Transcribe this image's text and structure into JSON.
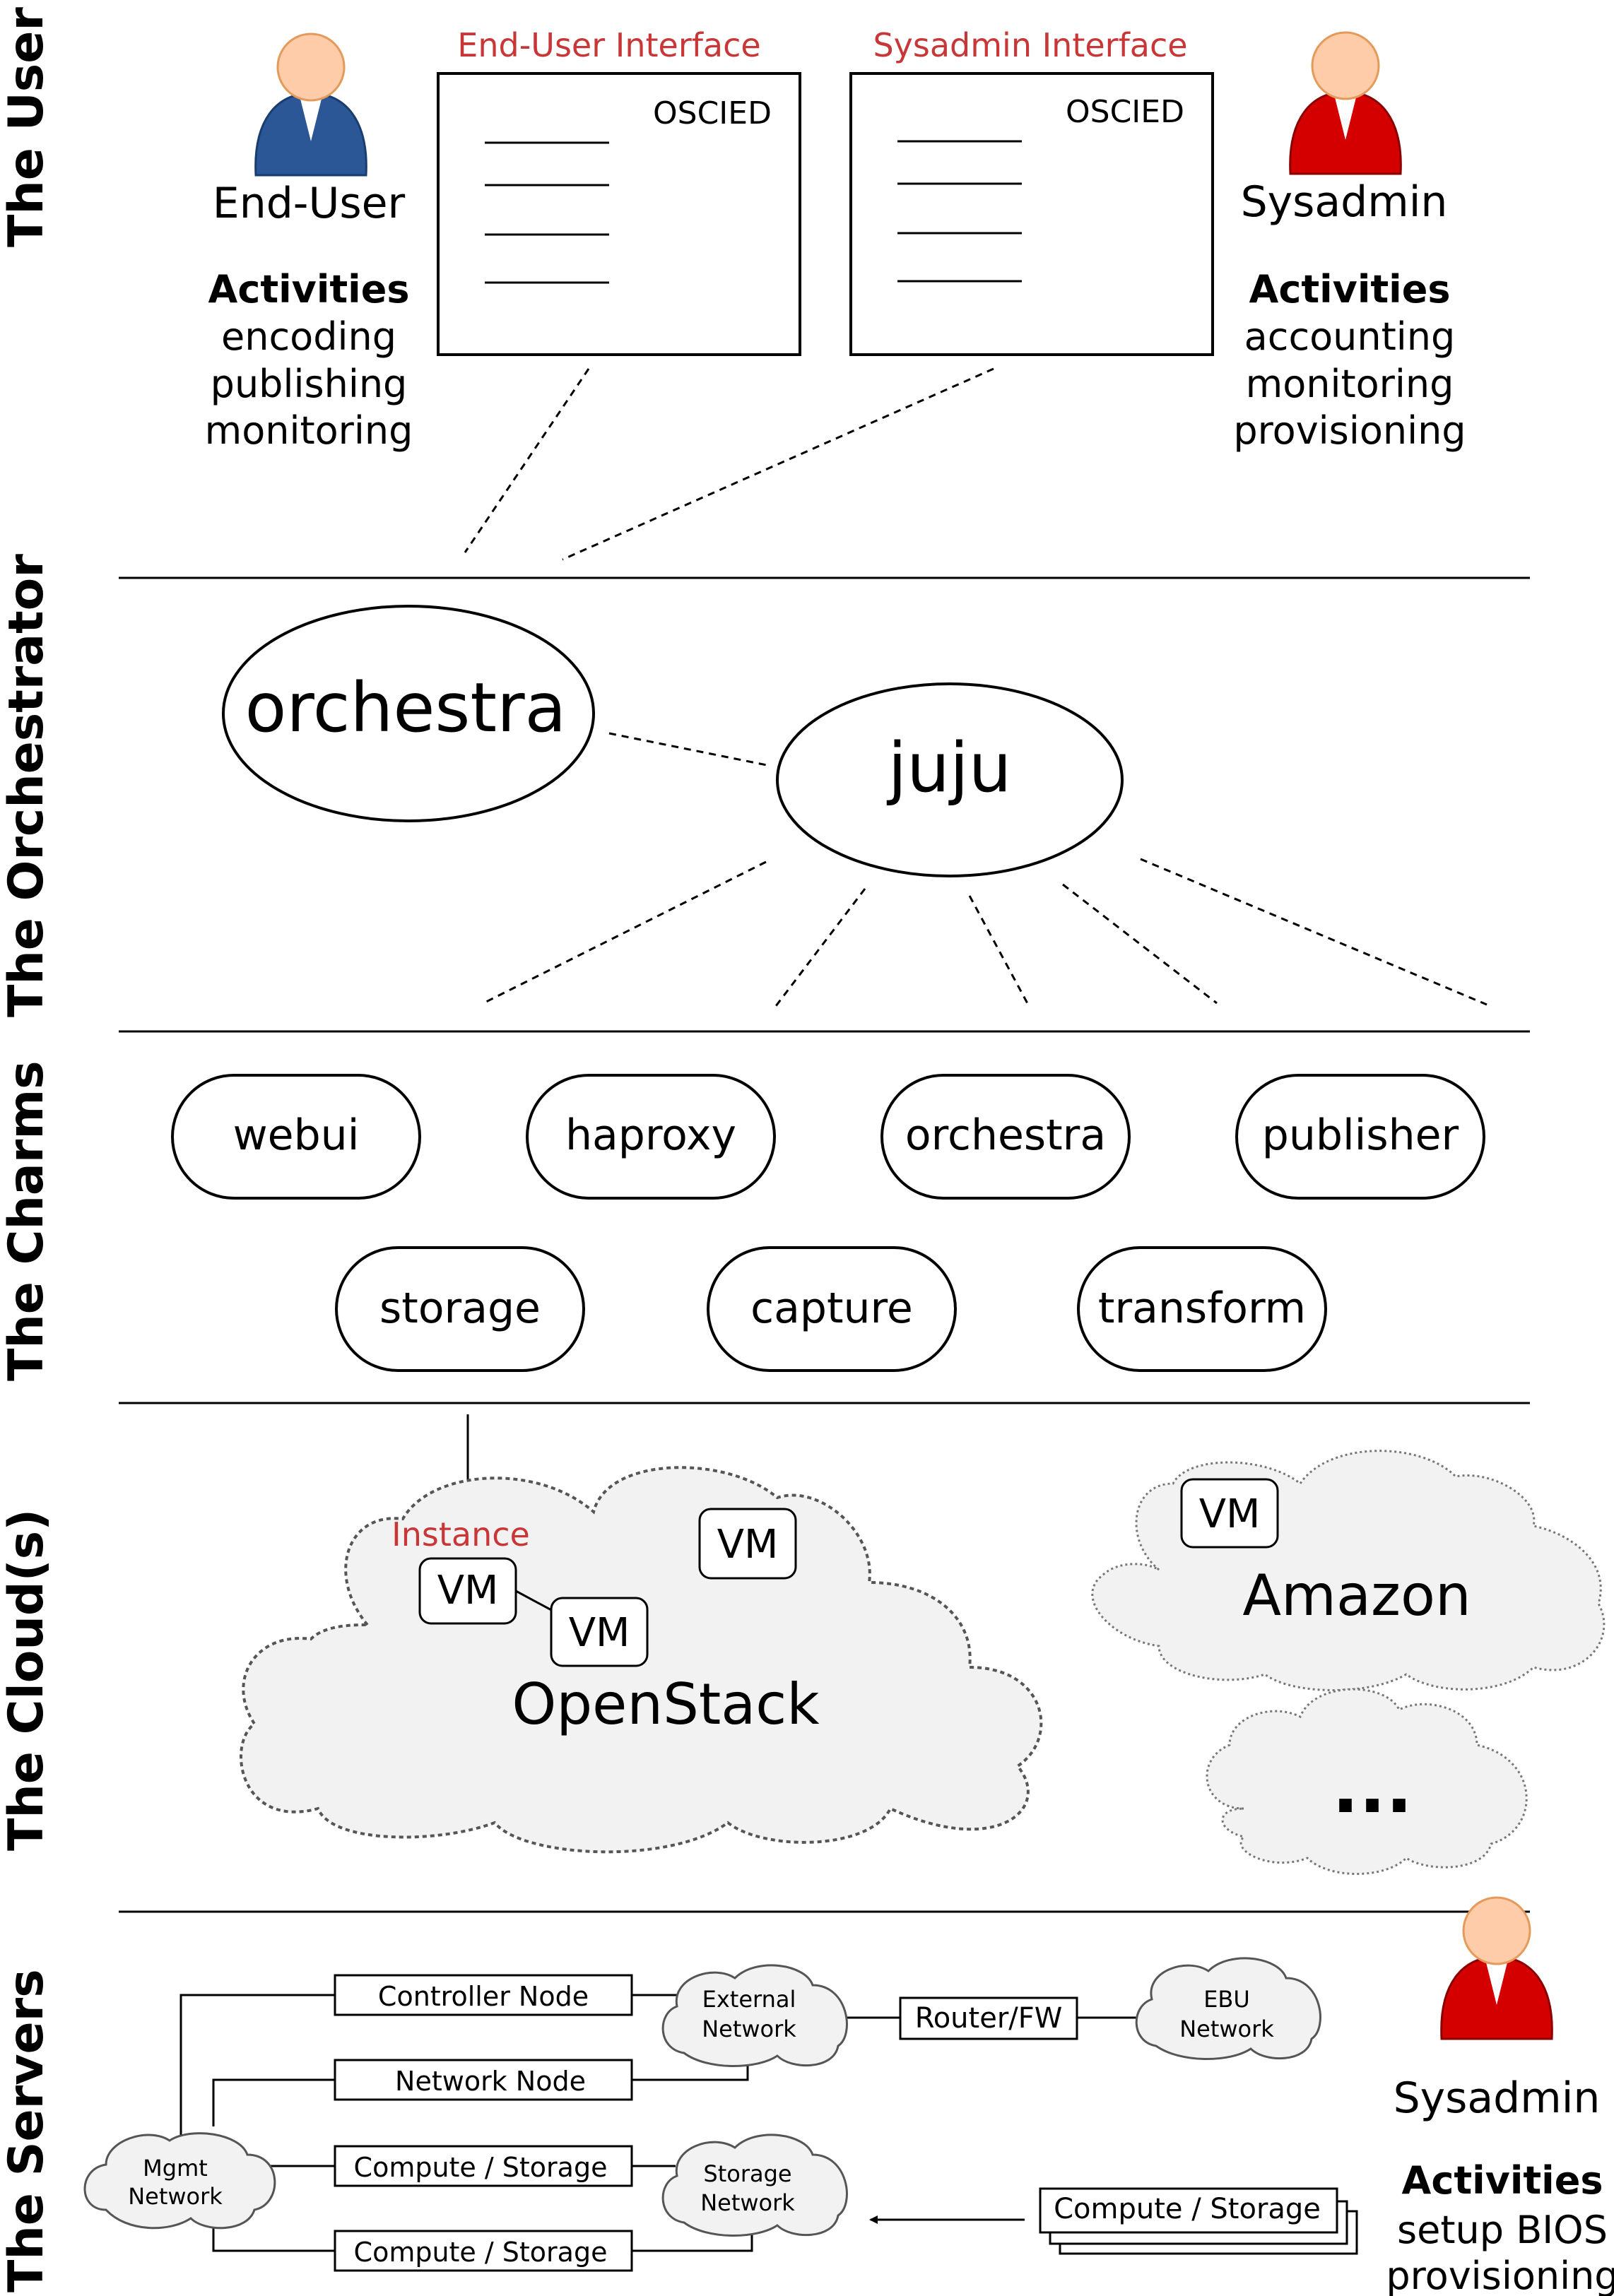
{
  "sections": {
    "ui": "The User Interface",
    "orchestrator": "The Orchestrator",
    "charms": "The Charms",
    "clouds": "The Cloud(s)",
    "servers": "The Servers"
  },
  "ui_layer": {
    "end_user": {
      "name": "End-User",
      "activities_title": "Activities",
      "activities": [
        "encoding",
        "publishing",
        "monitoring"
      ]
    },
    "sysadmin": {
      "name": "Sysadmin",
      "activities_title": "Activities",
      "activities": [
        "accounting",
        "monitoring",
        "provisioning"
      ]
    },
    "end_user_interface": {
      "title": "End-User Interface",
      "brand": "OSCIED"
    },
    "sysadmin_interface": {
      "title": "Sysadmin Interface",
      "brand": "OSCIED"
    }
  },
  "orchestrator_layer": {
    "orchestra": "orchestra",
    "juju": "juju"
  },
  "charms": [
    "webui",
    "haproxy",
    "orchestra",
    "publisher",
    "storage",
    "capture",
    "transform"
  ],
  "clouds_layer": {
    "openstack": {
      "name": "OpenStack",
      "instance_label": "Instance",
      "vms": [
        "VM",
        "VM",
        "VM"
      ]
    },
    "amazon": {
      "name": "Amazon",
      "vms": [
        "VM"
      ]
    },
    "other": {
      "name": "..."
    }
  },
  "servers_layer": {
    "nodes": [
      "Controller Node",
      "Network Node",
      "Compute / Storage",
      "Compute / Storage"
    ],
    "networks": {
      "mgmt": [
        "Mgmt",
        "Network"
      ],
      "external": [
        "External",
        "Network"
      ],
      "storage": [
        "Storage",
        "Network"
      ],
      "ebu": [
        "EBU",
        "Network"
      ]
    },
    "router": "Router/FW",
    "stack": "Compute / Storage",
    "sysadmin": {
      "name": "Sysadmin",
      "activities_title": "Activities",
      "activities": [
        "setup BIOS",
        "provisioning"
      ]
    }
  },
  "colors": {
    "accent_red": "#c83737",
    "user_blue": "#2b5797",
    "user_red": "#d40000",
    "skin": "#ffccaa",
    "cloud_fill": "#f2f2f2"
  }
}
